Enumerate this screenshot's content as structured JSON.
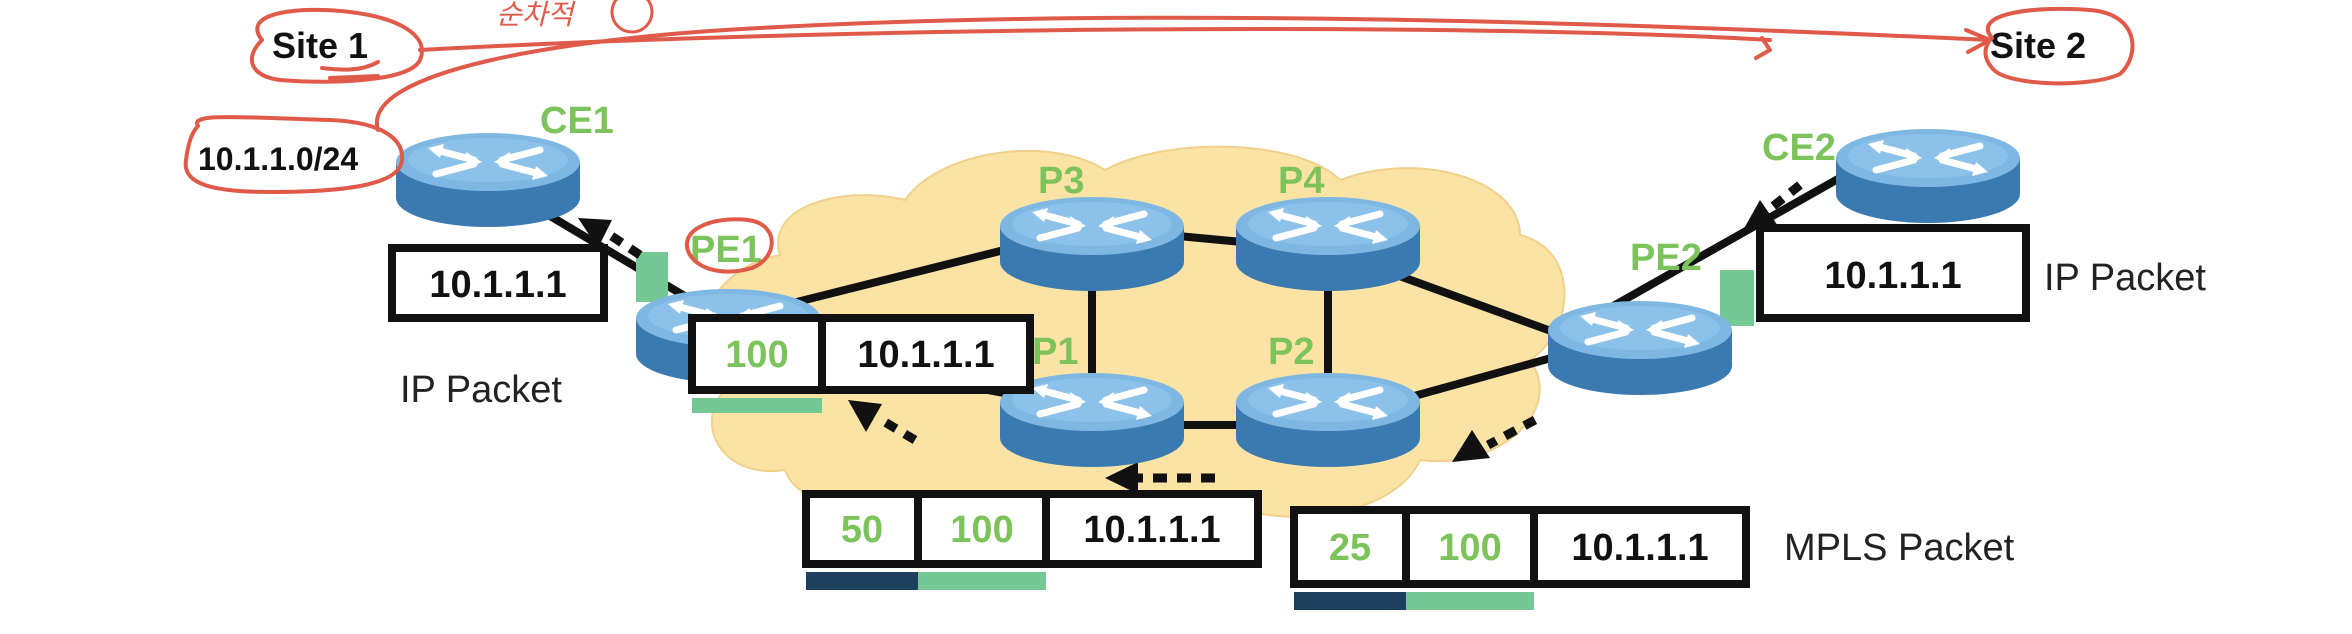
{
  "sites": {
    "site1": "Site 1",
    "site2": "Site 2"
  },
  "prefix": "10.1.1.0/24",
  "handwritten_note": "순차적",
  "routers": {
    "ce1": "CE1",
    "ce2": "CE2",
    "pe1": "PE1",
    "pe2": "PE2",
    "p1": "P1",
    "p2": "P2",
    "p3": "P3",
    "p4": "P4"
  },
  "packets": {
    "ip_left": {
      "ip": "10.1.1.1",
      "caption": "IP Packet"
    },
    "ip_right": {
      "ip": "10.1.1.1",
      "caption": "IP Packet"
    },
    "pe1_out": {
      "label": "100",
      "ip": "10.1.1.1"
    },
    "p1_in": {
      "label_outer": "50",
      "label_inner": "100",
      "ip": "10.1.1.1"
    },
    "pe2_out": {
      "label_outer": "25",
      "label_inner": "100",
      "ip": "10.1.1.1",
      "caption": "MPLS Packet"
    }
  },
  "colors": {
    "label_green": "#7dc35b",
    "label_bar_green": "#74c894",
    "label_bar_navy": "#1f3f5e",
    "cloud_fill": "#fbe3a6",
    "annotation_red": "#e05a4a",
    "router_top": "#7fb7e3",
    "router_side": "#3b7ab0"
  }
}
